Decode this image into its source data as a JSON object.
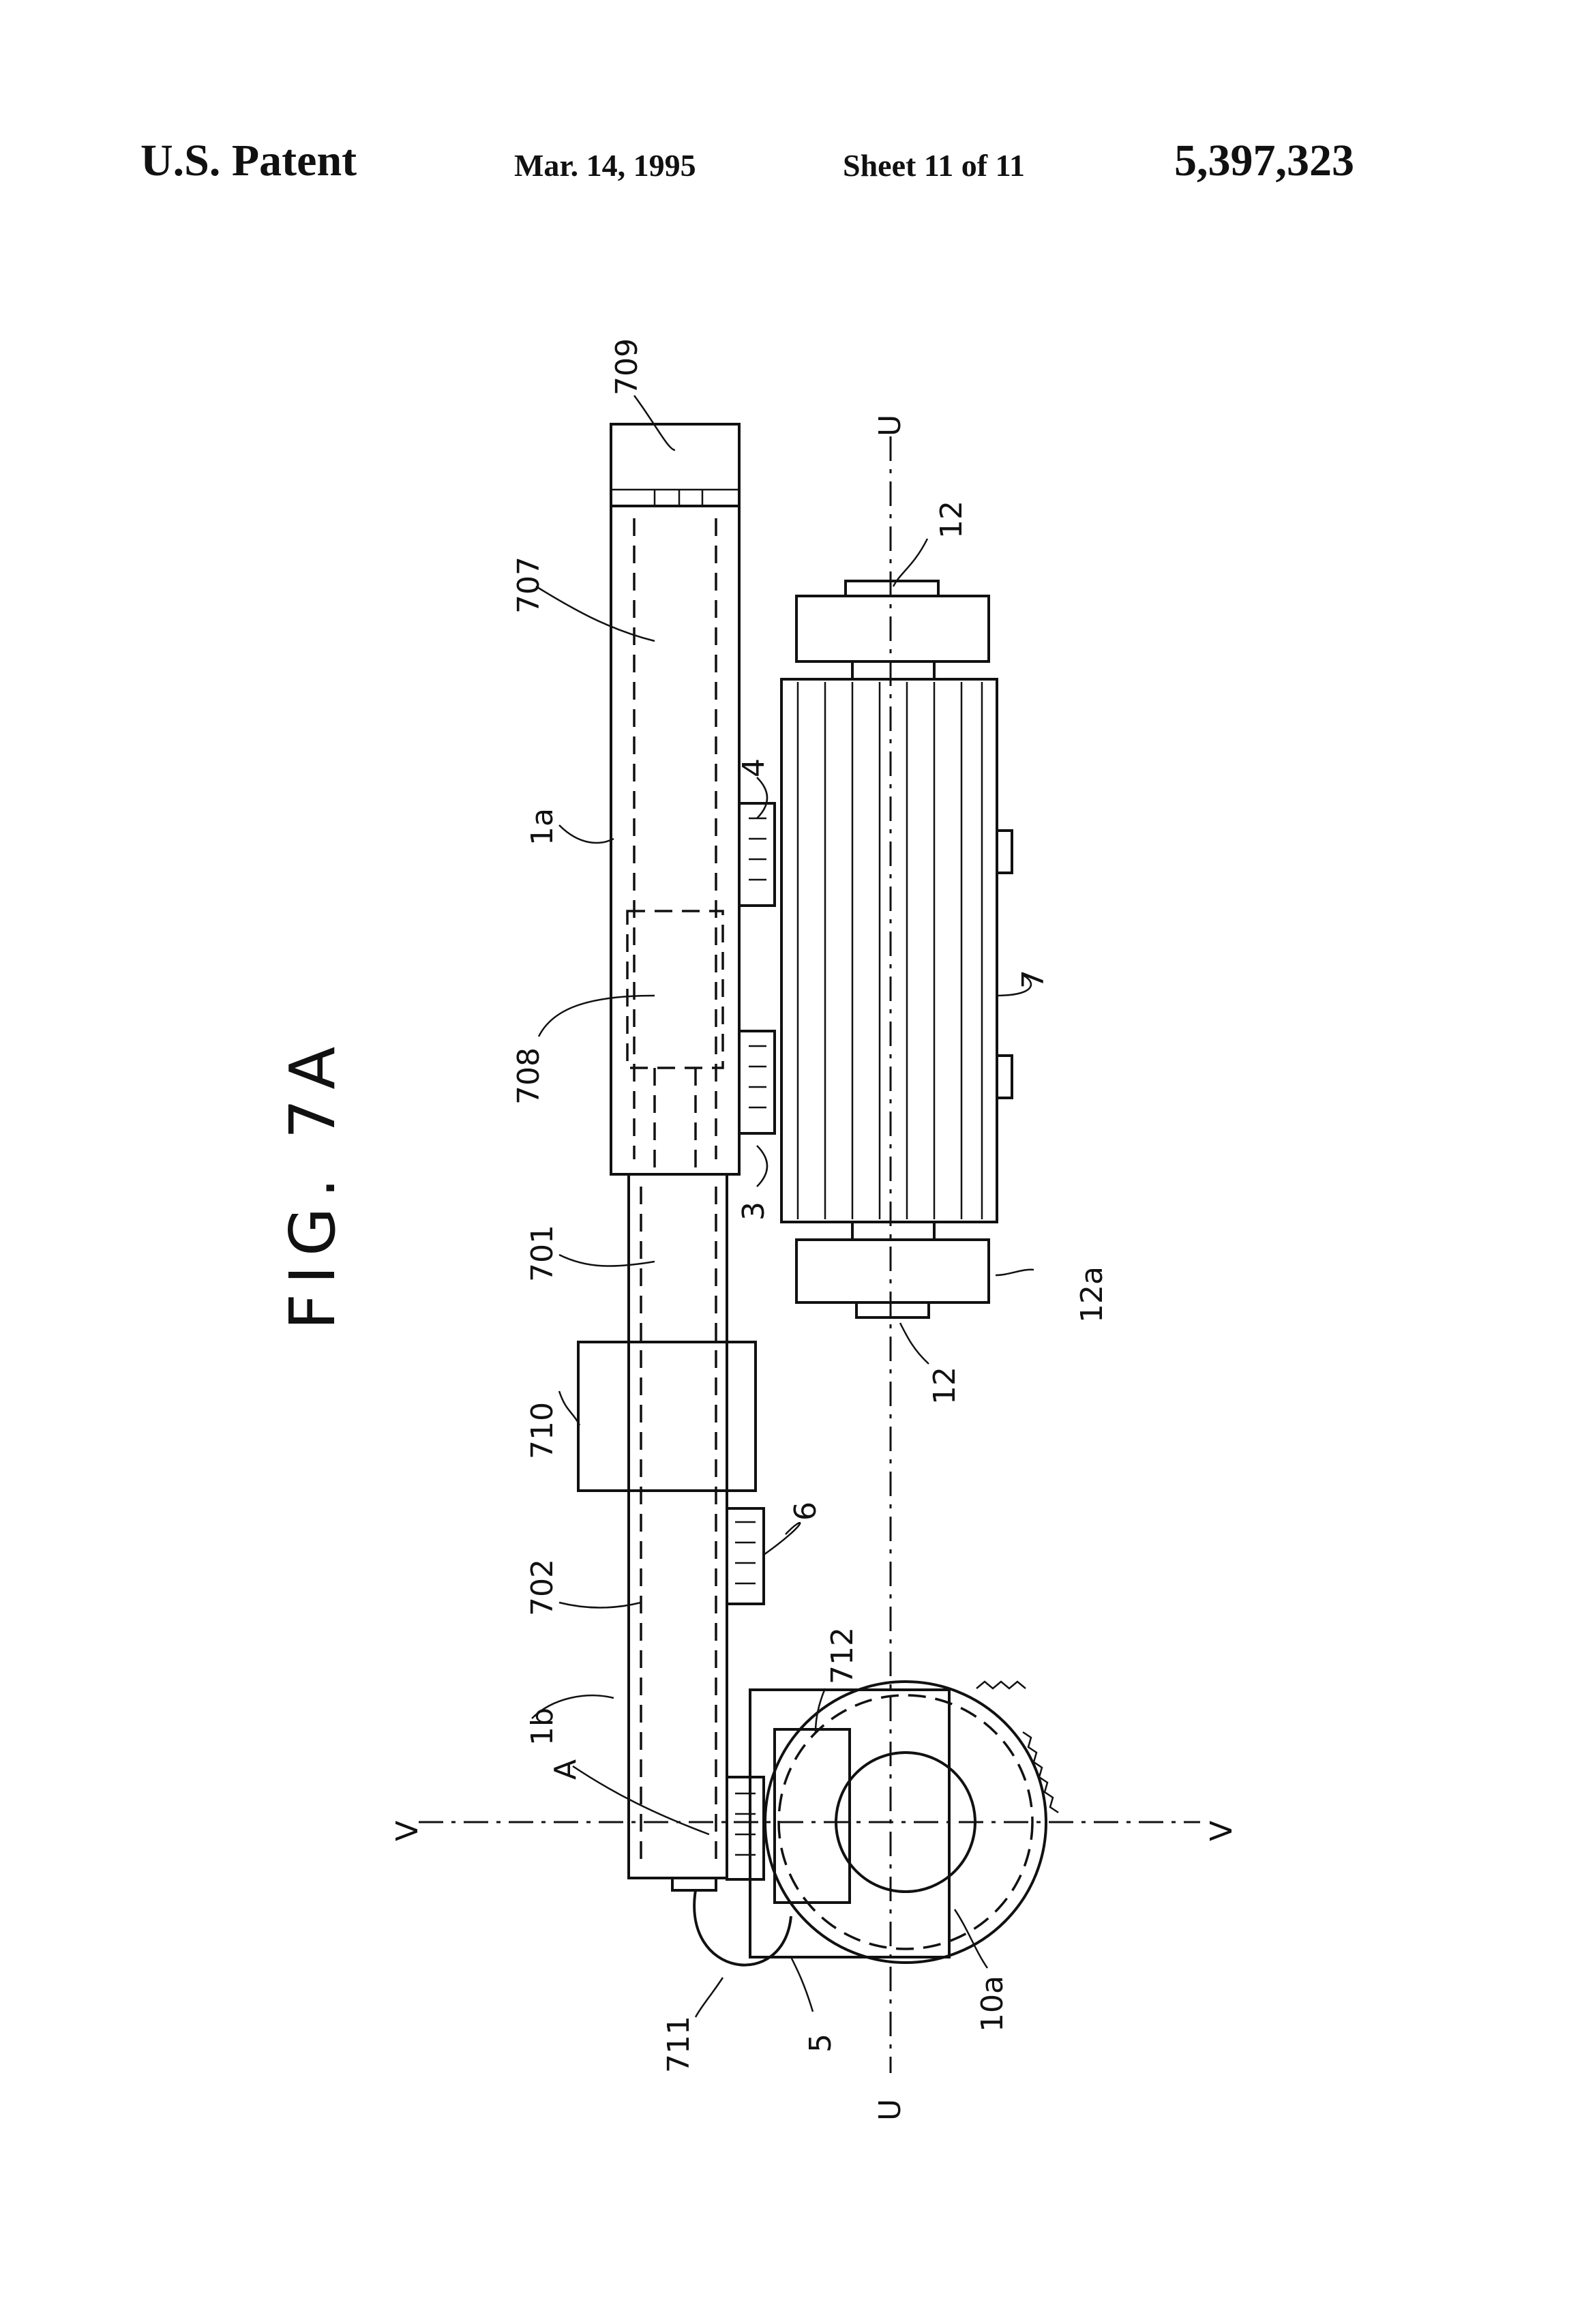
{
  "header": {
    "left": "U.S. Patent",
    "date": "Mar. 14, 1995",
    "sheet": "Sheet 11 of 11",
    "number": "5,397,323"
  },
  "figure": {
    "title": "FIG. 7A",
    "labels": {
      "r709": "709",
      "r707": "707",
      "r1a": "1a",
      "r708": "708",
      "r701": "701",
      "r710": "710",
      "r702": "702",
      "r1b": "1b",
      "rA": "A",
      "r711": "711",
      "r712": "712",
      "r5": "5",
      "r10a": "10a",
      "r6": "6",
      "r3": "3",
      "r4": "4",
      "r7": "7",
      "r12_top": "12",
      "r12_bottom": "12",
      "r12a": "12a",
      "u_top": "U",
      "u_bottom": "U",
      "v_left": "V",
      "v_right": "V"
    }
  }
}
